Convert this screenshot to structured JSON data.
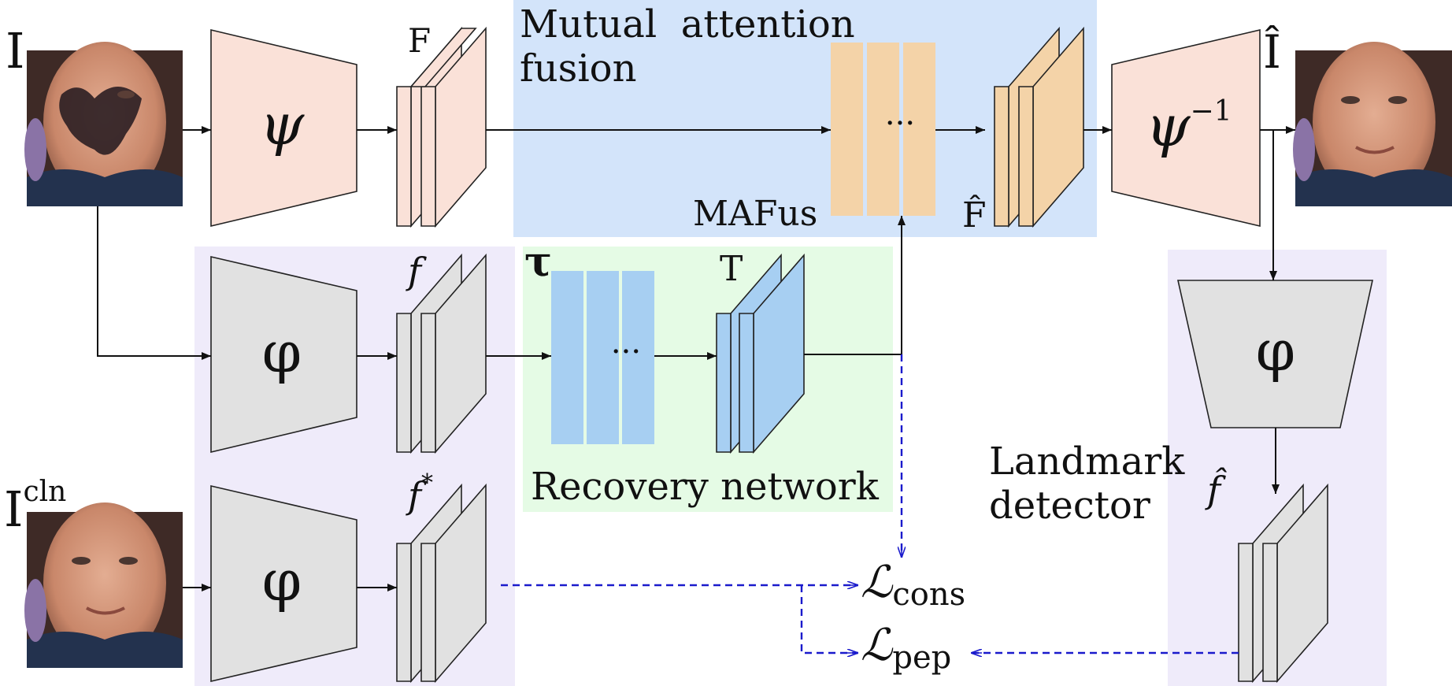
{
  "regions": {
    "fusion_title_line1": "Mutual  attention",
    "fusion_title_line2": "fusion",
    "mafus": "MAFus",
    "recovery": "Recovery network",
    "landmark_line1": "Landmark",
    "landmark_line2": "detector"
  },
  "images": {
    "input": "I",
    "clean": "I",
    "clean_sup": "cln",
    "output": "Î"
  },
  "encoders": {
    "psi": "ψ",
    "psi_inv": "ψ",
    "psi_inv_sup": "−1",
    "phi_top": "φ",
    "phi_bottom": "φ",
    "phi_right": "φ"
  },
  "features": {
    "F": "F",
    "F_hat": "F̂",
    "f": "f",
    "f_star": "f",
    "f_star_sup": "*",
    "f_hat": "f̂",
    "T": "T",
    "tau": "τ"
  },
  "dots": {
    "mafus": "···",
    "recovery": "···"
  },
  "losses": {
    "symbol": "ℒ",
    "cons": "cons",
    "pep": "pep"
  },
  "colors": {
    "fusion_bg": "#d3e4fa",
    "recovery_bg": "#e5fbe5",
    "landmark_bg": "#efebfa",
    "encoder_pink": "#fae1d8",
    "encoder_gray": "#e1e1e1",
    "mafus_orange": "#f4d3a8",
    "recovery_blue": "#a7cff2",
    "loss_arrow": "#1a1acc",
    "skin": "#d59b80"
  }
}
